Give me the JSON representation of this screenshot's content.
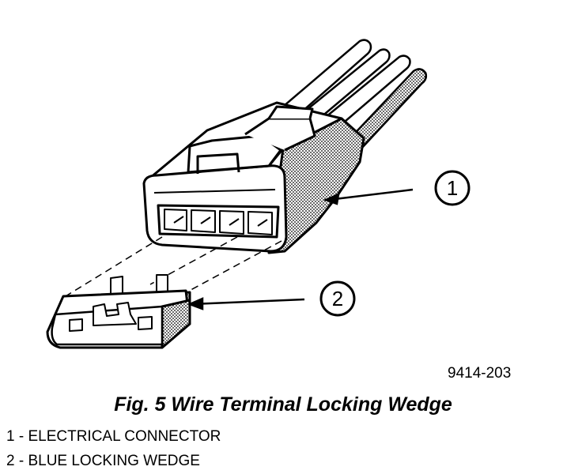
{
  "callouts": [
    {
      "number": "1"
    },
    {
      "number": "2"
    }
  ],
  "figure_id": "9414-203",
  "caption": "Fig. 5 Wire Terminal Locking Wedge",
  "legend": [
    {
      "text": "1 - ELECTRICAL CONNECTOR"
    },
    {
      "text": "2 - BLUE LOCKING WEDGE"
    }
  ]
}
